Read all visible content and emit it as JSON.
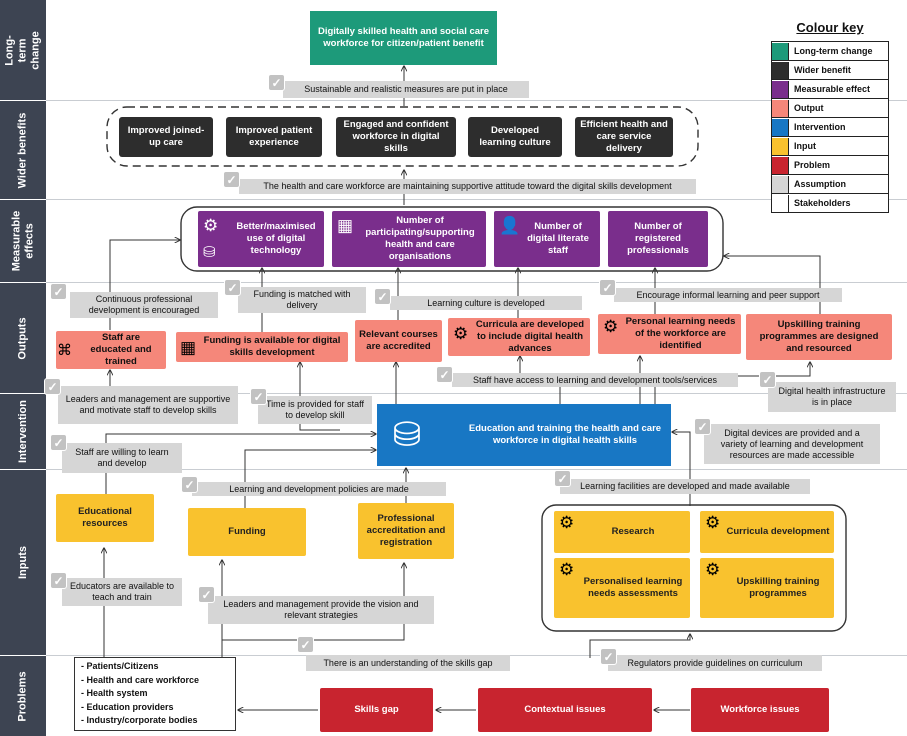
{
  "rows": {
    "long_term": "Long-term change",
    "wider": "Wider benefits",
    "measurable": "Measurable effects",
    "outputs": "Outputs",
    "intervention": "Intervention",
    "inputs": "Inputs",
    "problems": "Problems"
  },
  "long_term_change": "Digitally skilled health and social care workforce for citizen/patient benefit",
  "wider_benefits": [
    "Improved joined-up care",
    "Improved patient experience",
    "Engaged and confident workforce in digital skills",
    "Developed learning culture",
    "Efficient health and care service delivery"
  ],
  "measurable_effects": [
    "Better/maximised use of digital technology",
    "Number of participating/supporting health and care organisations",
    "Number of digital literate staff",
    "Number of registered professionals"
  ],
  "outputs": [
    "Staff are educated and trained",
    "Funding is available for digital skills development",
    "Relevant courses are accredited",
    "Curricula are developed to include digital health advances",
    "Personal learning needs of the workforce are identified",
    "Upskilling training programmes are designed and resourced"
  ],
  "intervention": "Education and training the health and care workforce in digital health skills",
  "inputs": [
    "Educational resources",
    "Funding",
    "Professional accreditation and registration",
    "Research",
    "Curricula development",
    "Personalised learning needs assessments",
    "Upskilling training programmes"
  ],
  "problems": [
    "Skills gap",
    "Contextual issues",
    "Workforce issues"
  ],
  "stakeholders": [
    "- Patients/Citizens",
    "- Health and care workforce",
    "- Health system",
    "- Education providers",
    "- Industry/corporate bodies"
  ],
  "assumptions": {
    "sustainable": "Sustainable and realistic measures are put in place",
    "supportive_attitude": "The health and care workforce are maintaining supportive attitude toward the digital skills development",
    "cpd": "Continuous professional development is encouraged",
    "funding_matched": "Funding is matched with delivery",
    "learning_culture": "Learning culture is developed",
    "informal_learning": "Encourage informal learning and peer support",
    "leaders_supportive": "Leaders and management are supportive and motivate staff to develop skills",
    "time_provided": "Time is provided for staff to develop skill",
    "staff_access": "Staff have access to learning and development tools/services",
    "infrastructure": "Digital health infrastructure is in place",
    "staff_willing": "Staff are willing to learn and develop",
    "devices": "Digital devices are provided and a variety of learning and development resources are made accessible",
    "policies": "Learning and development policies are made",
    "facilities": "Learning facilities are developed and made available",
    "educators": "Educators are available to teach and train",
    "vision": "Leaders and management provide the vision and relevant strategies",
    "skills_gap": "There is an understanding of the skills gap",
    "regulators": "Regulators provide guidelines on curriculum"
  },
  "colour_key": {
    "title": "Colour key",
    "items": [
      {
        "label": "Long-term change",
        "color": "#1d9a7a"
      },
      {
        "label": "Wider benefit",
        "color": "#2d2d2d"
      },
      {
        "label": "Measurable effect",
        "color": "#7a2e8c"
      },
      {
        "label": "Output",
        "color": "#f5877a"
      },
      {
        "label": "Intervention",
        "color": "#1877c4"
      },
      {
        "label": "Input",
        "color": "#f9c22e"
      },
      {
        "label": "Problem",
        "color": "#c8242f"
      },
      {
        "label": "Assumption",
        "color": "#d6d6d6"
      },
      {
        "label": "Stakeholders",
        "color": "#ffffff"
      }
    ]
  },
  "icons": [
    "gear-icon",
    "database-icon",
    "table-icon",
    "person-icon",
    "network-icon",
    "database-plus-icon",
    "check-icon"
  ]
}
